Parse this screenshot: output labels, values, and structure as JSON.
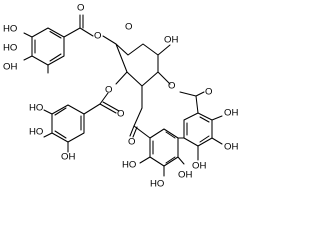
{
  "labels": {
    "ho_a": "HO",
    "ho_b": "HO",
    "oh_a": "OH",
    "o_ester1_carbonyl": "O",
    "o_ester1_link": "O",
    "o_ring": "O",
    "oh_anomeric": "OH",
    "o_ester2_link": "O",
    "o_ester2_carbonyl": "O",
    "ho_c": "HO",
    "ho_d": "HO",
    "oh_b": "OH",
    "o_lactone_link": "O",
    "o_lactone_carbonyl": "O",
    "o_lactone2_carbonyl": "O",
    "oh_c": "OH",
    "oh_d": "OH",
    "oh_e": "OH",
    "oh_f": "OH",
    "ho_e": "HO",
    "ho_f": "HO"
  }
}
